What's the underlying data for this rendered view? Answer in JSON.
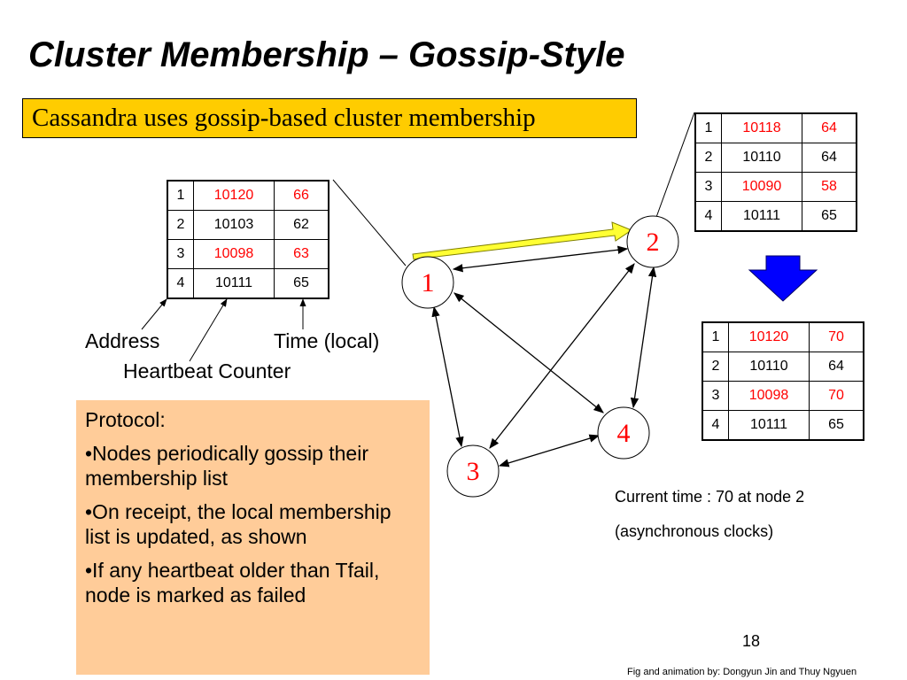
{
  "title": "Cluster Membership – Gossip-Style",
  "subtitle": "Cassandra uses gossip-based cluster membership",
  "colors": {
    "node_label": "#ff0000",
    "changed_cell": "#ff0000",
    "banner_bg": "#ffcc00",
    "protocol_bg": "#ffcc99",
    "gossip_arrow": "#ffff33",
    "update_arrow": "#0000ff"
  },
  "nodes": [
    {
      "id": "1",
      "label": "1"
    },
    {
      "id": "2",
      "label": "2"
    },
    {
      "id": "3",
      "label": "3"
    },
    {
      "id": "4",
      "label": "4"
    }
  ],
  "edges": [
    {
      "from": "1",
      "to": "2",
      "style": "bidirectional"
    },
    {
      "from": "1",
      "to": "3",
      "style": "bidirectional"
    },
    {
      "from": "1",
      "to": "4",
      "style": "bidirectional"
    },
    {
      "from": "2",
      "to": "3",
      "style": "bidirectional"
    },
    {
      "from": "2",
      "to": "4",
      "style": "bidirectional"
    },
    {
      "from": "3",
      "to": "4",
      "style": "bidirectional"
    },
    {
      "from": "1",
      "to": "2",
      "style": "gossip-message"
    }
  ],
  "tables": {
    "node1": {
      "rows": [
        {
          "addr": "1",
          "hb": "10120",
          "time": "66",
          "changed": true
        },
        {
          "addr": "2",
          "hb": "10103",
          "time": "62",
          "changed": false
        },
        {
          "addr": "3",
          "hb": "10098",
          "time": "63",
          "changed": true
        },
        {
          "addr": "4",
          "hb": "10111",
          "time": "65",
          "changed": false
        }
      ]
    },
    "node2_before": {
      "rows": [
        {
          "addr": "1",
          "hb": "10118",
          "time": "64",
          "changed": true
        },
        {
          "addr": "2",
          "hb": "10110",
          "time": "64",
          "changed": false
        },
        {
          "addr": "3",
          "hb": "10090",
          "time": "58",
          "changed": true
        },
        {
          "addr": "4",
          "hb": "10111",
          "time": "65",
          "changed": false
        }
      ]
    },
    "node2_after": {
      "rows": [
        {
          "addr": "1",
          "hb": "10120",
          "time": "70",
          "changed": true
        },
        {
          "addr": "2",
          "hb": "10110",
          "time": "64",
          "changed": false
        },
        {
          "addr": "3",
          "hb": "10098",
          "time": "70",
          "changed": true
        },
        {
          "addr": "4",
          "hb": "10111",
          "time": "65",
          "changed": false
        }
      ]
    }
  },
  "annotations": {
    "address": "Address",
    "heartbeat": "Heartbeat Counter",
    "time": "Time (local)"
  },
  "protocol": {
    "heading": "Protocol:",
    "bullets": [
      "•Nodes periodically gossip their membership list",
      "•On receipt, the local membership list is updated, as shown",
      "•If any heartbeat older than Tfail, node is marked as failed"
    ]
  },
  "notes": {
    "current_time": "Current time : 70 at node 2",
    "clocks": "(asynchronous clocks)"
  },
  "page_number": "18",
  "credit": "Fig and animation by: Dongyun Jin and Thuy Ngyuen"
}
